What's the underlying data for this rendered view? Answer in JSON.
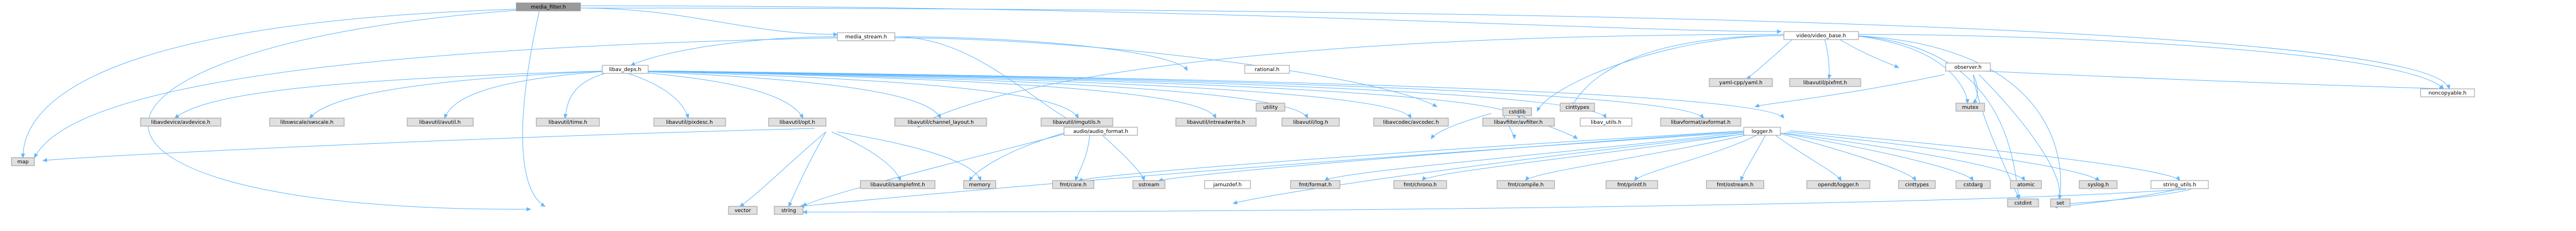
{
  "diagram": {
    "root": "media_filter.h",
    "colors": {
      "root_fill": "#999999",
      "doc_fill": "#ffffff",
      "sys_fill": "#e0e0e0",
      "red_border": "#ff0000",
      "edge": "#63B8FF",
      "border": "#999999"
    },
    "nodes": {
      "n_media_filter": {
        "label": "media_filter.h",
        "kind": "root"
      },
      "n_media_stream": {
        "label": "media_stream.h",
        "kind": "doc"
      },
      "n_video_base": {
        "label": "video/video_base.h",
        "kind": "doc"
      },
      "n_noncopyable": {
        "label": "noncopyable.h",
        "kind": "doc"
      },
      "n_libav_deps": {
        "label": "libav_deps.h",
        "kind": "doc"
      },
      "n_rational": {
        "label": "rational.h",
        "kind": "red"
      },
      "n_audio_format": {
        "label": "audio/audio_format.h",
        "kind": "red"
      },
      "n_logger": {
        "label": "logger.h",
        "kind": "doc"
      },
      "n_observer": {
        "label": "observer.h",
        "kind": "red"
      },
      "n_yaml": {
        "label": "yaml-cpp/yaml.h",
        "kind": "sys"
      },
      "n_pixfmt": {
        "label": "libavutil/pixfmt.h",
        "kind": "sys"
      },
      "n_avdevice": {
        "label": "libavdevice/avdevice.h",
        "kind": "sys"
      },
      "n_swscale": {
        "label": "libswscale/swscale.h",
        "kind": "sys"
      },
      "n_avutil": {
        "label": "libavutil/avutil.h",
        "kind": "sys"
      },
      "n_time": {
        "label": "libavutil/time.h",
        "kind": "sys"
      },
      "n_pixdesc": {
        "label": "libavutil/pixdesc.h",
        "kind": "sys"
      },
      "n_opt": {
        "label": "libavutil/opt.h",
        "kind": "sys"
      },
      "n_chlayout": {
        "label": "libavutil/channel_layout.h",
        "kind": "sys"
      },
      "n_imgutils": {
        "label": "libavutil/imgutils.h",
        "kind": "sys"
      },
      "n_intreadwrite": {
        "label": "libavutil/intreadwrite.h",
        "kind": "sys"
      },
      "n_log": {
        "label": "libavutil/log.h",
        "kind": "sys"
      },
      "n_avcodec": {
        "label": "libavcodec/avcodec.h",
        "kind": "sys"
      },
      "n_avfilter": {
        "label": "libavfilter/avfilter.h",
        "kind": "sys"
      },
      "n_libav_utils": {
        "label": "libav_utils.h",
        "kind": "doc"
      },
      "n_avformat": {
        "label": "libavformat/avformat.h",
        "kind": "sys"
      },
      "n_utility": {
        "label": "utility",
        "kind": "sys"
      },
      "n_cstdlib": {
        "label": "cstdlib",
        "kind": "sys"
      },
      "n_cinttypes_a": {
        "label": "cinttypes",
        "kind": "sys"
      },
      "n_mutex": {
        "label": "mutex",
        "kind": "sys"
      },
      "n_map": {
        "label": "map",
        "kind": "sys"
      },
      "n_samplefmt": {
        "label": "libavutil/samplefmt.h",
        "kind": "sys"
      },
      "n_memory": {
        "label": "memory",
        "kind": "sys"
      },
      "n_fmtcore": {
        "label": "fmt/core.h",
        "kind": "sys"
      },
      "n_sstream": {
        "label": "sstream",
        "kind": "sys"
      },
      "n_jamuzdef": {
        "label": "jamuzdef.h",
        "kind": "doc"
      },
      "n_fmtformat": {
        "label": "fmt/format.h",
        "kind": "sys"
      },
      "n_fmtchrono": {
        "label": "fmt/chrono.h",
        "kind": "sys"
      },
      "n_fmtcompile": {
        "label": "fmt/compile.h",
        "kind": "sys"
      },
      "n_fmtprintf": {
        "label": "fmt/printf.h",
        "kind": "sys"
      },
      "n_fmtostream": {
        "label": "fmt/ostream.h",
        "kind": "sys"
      },
      "n_opendtlogger": {
        "label": "opendt/logger.h",
        "kind": "sys"
      },
      "n_cinttypes": {
        "label": "cinttypes",
        "kind": "sys"
      },
      "n_cstdarg": {
        "label": "cstdarg",
        "kind": "sys"
      },
      "n_atomic": {
        "label": "atomic",
        "kind": "sys"
      },
      "n_syslog": {
        "label": "syslog.h",
        "kind": "sys"
      },
      "n_string_utils": {
        "label": "string_utils.h",
        "kind": "red"
      },
      "n_vector": {
        "label": "vector",
        "kind": "sys"
      },
      "n_string": {
        "label": "string",
        "kind": "sys"
      },
      "n_cstdint": {
        "label": "cstdint",
        "kind": "sys"
      },
      "n_set": {
        "label": "set",
        "kind": "sys"
      }
    }
  }
}
